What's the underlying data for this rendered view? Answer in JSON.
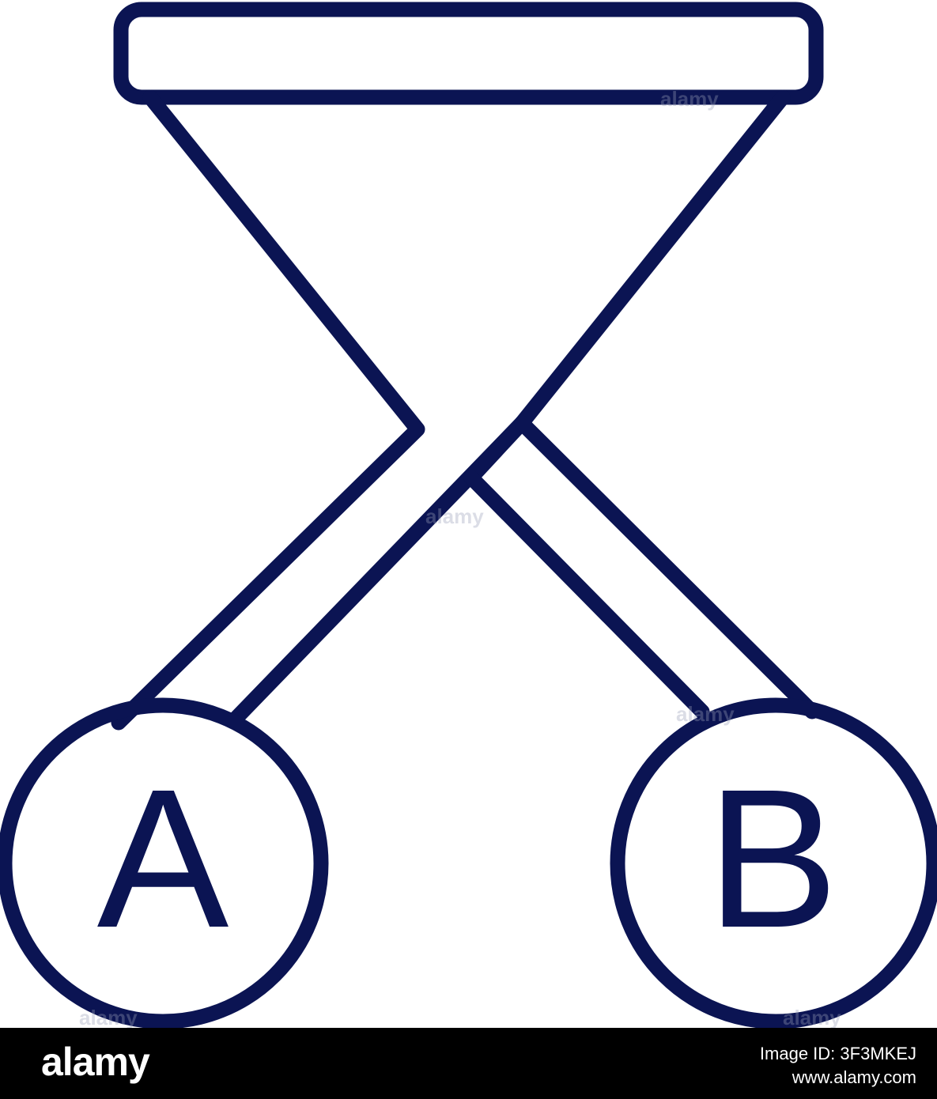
{
  "diagram": {
    "colors": {
      "stroke": "#0b1453",
      "background": "#ffffff"
    },
    "icon": "two-wire-connector-icon",
    "nodes": [
      {
        "id": "a",
        "label": "A"
      },
      {
        "id": "b",
        "label": "B"
      }
    ],
    "watermark": "alamy"
  },
  "footer": {
    "logo": "alamy",
    "image_id": "Image ID: 3F3MKEJ",
    "site": "www.alamy.com",
    "colors": {
      "background": "#000000",
      "text": "#ffffff"
    }
  }
}
